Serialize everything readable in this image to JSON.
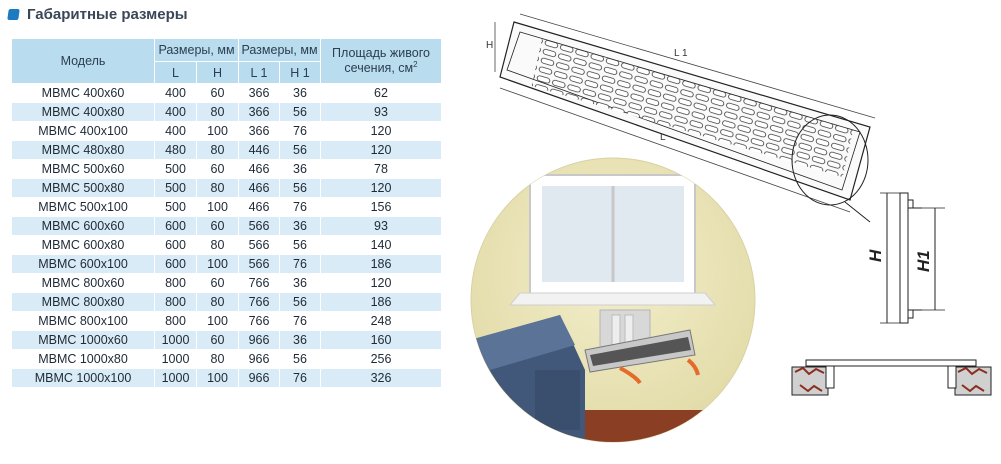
{
  "section": {
    "title": "Габаритные размеры"
  },
  "table": {
    "headers": {
      "model": "Модель",
      "nominal": "Размеры, мм",
      "actual": "Размеры, мм",
      "area": "Площадь живого",
      "area_line2": "сечения, см",
      "area_sup": "2",
      "L": "L",
      "H": "H",
      "L1": "L 1",
      "H1": "H 1"
    },
    "rows": [
      {
        "model": "МВМС 400х60",
        "L": "400",
        "H": "60",
        "L1": "366",
        "H1": "36",
        "area": "62"
      },
      {
        "model": "МВМС 400х80",
        "L": "400",
        "H": "80",
        "L1": "366",
        "H1": "56",
        "area": "93"
      },
      {
        "model": "МВМС 400х100",
        "L": "400",
        "H": "100",
        "L1": "366",
        "H1": "76",
        "area": "120"
      },
      {
        "model": "МВМС 480х80",
        "L": "480",
        "H": "80",
        "L1": "446",
        "H1": "56",
        "area": "120"
      },
      {
        "model": "МВМС 500х60",
        "L": "500",
        "H": "60",
        "L1": "466",
        "H1": "36",
        "area": "78"
      },
      {
        "model": "МВМС 500х80",
        "L": "500",
        "H": "80",
        "L1": "466",
        "H1": "56",
        "area": "120"
      },
      {
        "model": "МВМС 500х100",
        "L": "500",
        "H": "100",
        "L1": "466",
        "H1": "76",
        "area": "156"
      },
      {
        "model": "МВМС 600х60",
        "L": "600",
        "H": "60",
        "L1": "566",
        "H1": "36",
        "area": "93"
      },
      {
        "model": "МВМС 600х80",
        "L": "600",
        "H": "80",
        "L1": "566",
        "H1": "56",
        "area": "140"
      },
      {
        "model": "МВМС 600х100",
        "L": "600",
        "H": "100",
        "L1": "566",
        "H1": "76",
        "area": "186"
      },
      {
        "model": "МВМС 800х60",
        "L": "800",
        "H": "60",
        "L1": "766",
        "H1": "36",
        "area": "120"
      },
      {
        "model": "МВМС 800х80",
        "L": "800",
        "H": "80",
        "L1": "766",
        "H1": "56",
        "area": "186"
      },
      {
        "model": "МВМС 800х100",
        "L": "800",
        "H": "100",
        "L1": "766",
        "H1": "76",
        "area": "248"
      },
      {
        "model": "МВМС 1000х60",
        "L": "1000",
        "H": "60",
        "L1": "966",
        "H1": "36",
        "area": "160"
      },
      {
        "model": "МВМС 1000х80",
        "L": "1000",
        "H": "80",
        "L1": "966",
        "H1": "56",
        "area": "256"
      },
      {
        "model": "МВМС 1000х100",
        "L": "1000",
        "H": "100",
        "L1": "966",
        "H1": "76",
        "area": "326"
      }
    ]
  },
  "drawing": {
    "label_H": "H",
    "label_L1": "L 1",
    "label_L": "L",
    "profile_H": "H",
    "profile_H1": "H1"
  },
  "colors": {
    "accent": "#1b7ac0",
    "header_bg": "#b9dcef",
    "row_alt_bg": "#d8ebf6"
  }
}
